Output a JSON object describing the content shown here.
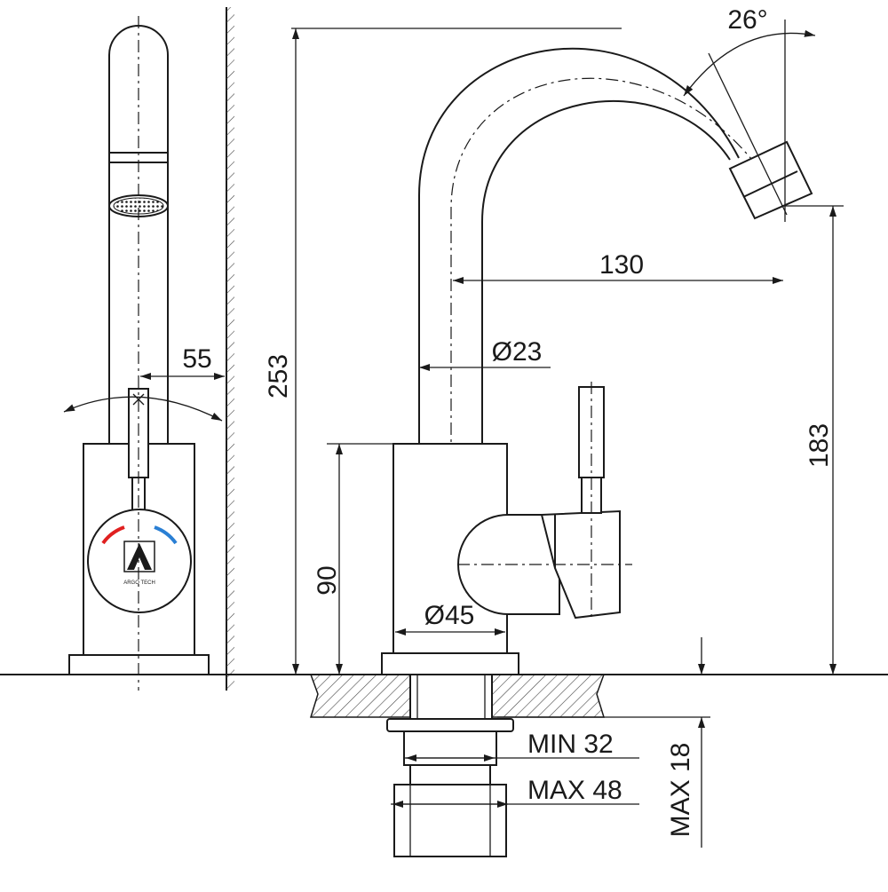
{
  "dimensions": {
    "side_offset": "55",
    "height_total": "253",
    "spout_angle": "26°",
    "spout_reach": "130",
    "spout_diameter": "Ø23",
    "outlet_height": "183",
    "base_height": "90",
    "base_diameter": "Ø45",
    "countertop_min": "MIN 32",
    "countertop_max": "MAX 48",
    "thread_max": "MAX 18"
  },
  "logo": {
    "brand_text": "ARGO TECH"
  },
  "colors": {
    "line": "#1a1a1a",
    "hot": "#e02020",
    "cold": "#2a7fd4",
    "hatch": "#444444"
  }
}
